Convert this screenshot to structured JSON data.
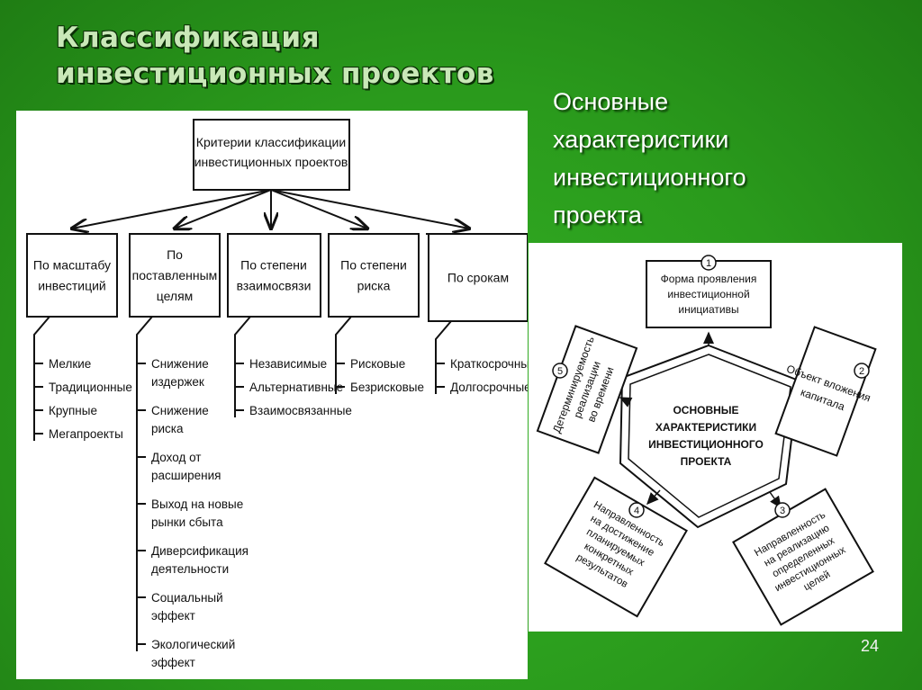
{
  "slide": {
    "title_lines": [
      "Классификация",
      "инвестиционных проектов"
    ],
    "subtitle_lines": [
      "Основные",
      "характеристики",
      "инвестиционного",
      "проекта"
    ],
    "page_number": "24"
  },
  "classification": {
    "root_lines": [
      "Критерии классификации",
      "инвестиционных проектов"
    ],
    "criteria": [
      {
        "label_lines": [
          "По масштабу",
          "инвестиций"
        ],
        "items": [
          "Мелкие",
          "Традиционные",
          "Крупные",
          "Мегапроекты"
        ]
      },
      {
        "label_lines": [
          "По",
          "поставленным",
          "целям"
        ],
        "items": [
          [
            "Снижение",
            "издержек"
          ],
          [
            "Снижение",
            "риска"
          ],
          [
            "Доход от",
            "расширения"
          ],
          [
            "Выход на новые",
            "рынки сбыта"
          ],
          [
            "Диверсификация",
            "деятельности"
          ],
          [
            "Социальный",
            "эффект"
          ],
          [
            "Экологический",
            "эффект"
          ]
        ]
      },
      {
        "label_lines": [
          "По степени",
          "взаимосвязи"
        ],
        "items": [
          "Независимые",
          "Альтернативные",
          "Взаимосвязанные"
        ]
      },
      {
        "label_lines": [
          "По степени",
          "риска"
        ],
        "items": [
          "Рисковые",
          "Безрисковые"
        ]
      },
      {
        "label_lines": [
          "По срокам"
        ],
        "items": [
          "Краткосрочные",
          "Долгосрочные"
        ]
      }
    ]
  },
  "characteristics": {
    "center_lines": [
      "ОСНОВНЫЕ",
      "ХАРАКТЕРИСТИКИ",
      "ИНВЕСТИЦИОННОГО",
      "ПРОЕКТА"
    ],
    "nodes": [
      {
        "num": "1",
        "lines": [
          "Форма проявления",
          "инвестиционной",
          "инициативы"
        ]
      },
      {
        "num": "2",
        "lines": [
          "Объект вложения",
          "капитала"
        ]
      },
      {
        "num": "3",
        "lines": [
          "Направленность",
          "на реализацию",
          "определенных",
          "инвестиционных",
          "целей"
        ]
      },
      {
        "num": "4",
        "lines": [
          "Направленность",
          "на достижение",
          "планируемых",
          "конкретных",
          "результатов"
        ]
      },
      {
        "num": "5",
        "lines": [
          "Детерминируемость",
          "реализации",
          "во времени"
        ]
      }
    ]
  }
}
